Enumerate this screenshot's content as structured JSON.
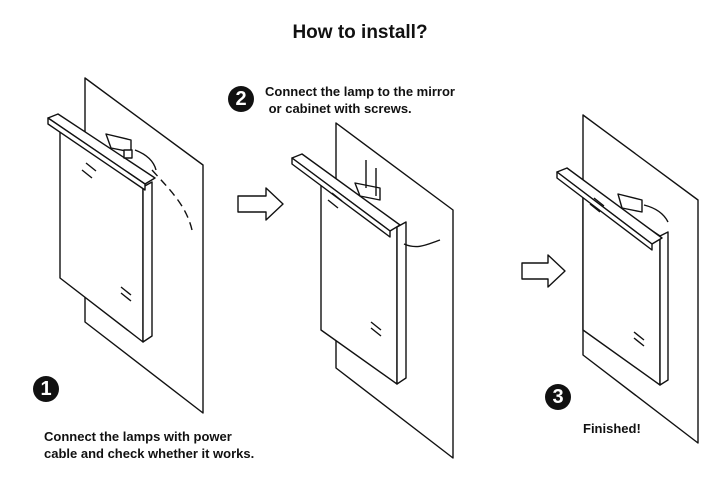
{
  "title": "How to install?",
  "steps": [
    {
      "number": "1",
      "lines": [
        "Connect the lamps with power",
        "cable and check whether it works."
      ]
    },
    {
      "number": "2",
      "lines": [
        "Connect the lamp to the mirror",
        " or cabinet with screws."
      ]
    },
    {
      "number": "3",
      "lines": [
        "Finished!"
      ]
    }
  ]
}
